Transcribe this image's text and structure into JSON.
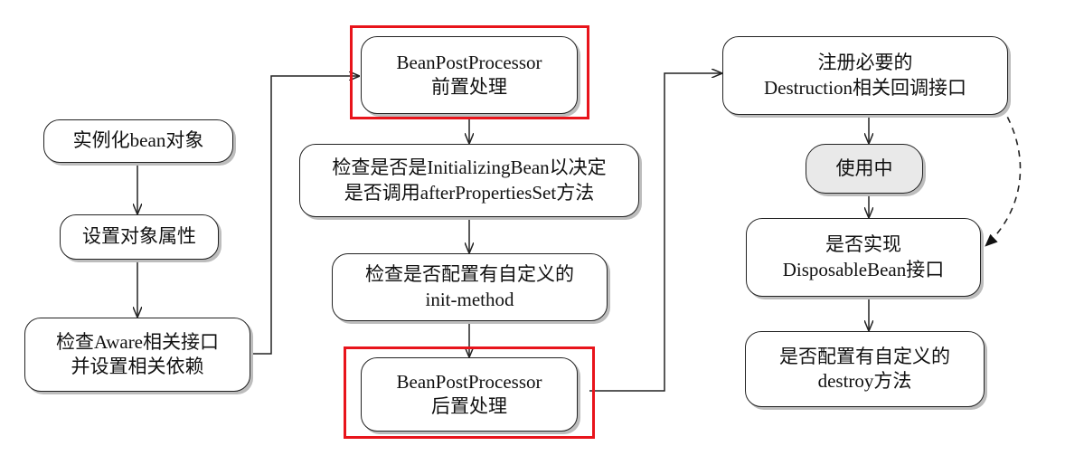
{
  "nodes": {
    "instantiate": {
      "lines": [
        "实例化bean对象"
      ]
    },
    "set_props": {
      "lines": [
        "设置对象属性"
      ]
    },
    "aware": {
      "lines": [
        "检查Aware相关接口",
        "并设置相关依赖"
      ]
    },
    "bpp_before": {
      "lines": [
        "BeanPostProcessor",
        "前置处理"
      ]
    },
    "initializing": {
      "lines": [
        "检查是否是InitializingBean以决定",
        "是否调用afterPropertiesSet方法"
      ]
    },
    "init_method": {
      "lines": [
        "检查是否配置有自定义的",
        "init-method"
      ]
    },
    "bpp_after": {
      "lines": [
        "BeanPostProcessor",
        "后置处理"
      ]
    },
    "destruction": {
      "lines": [
        "注册必要的",
        "Destruction相关回调接口"
      ]
    },
    "in_use": {
      "lines": [
        "使用中"
      ]
    },
    "disposable": {
      "lines": [
        "是否实现",
        "DisposableBean接口"
      ]
    },
    "destroy_method": {
      "lines": [
        "是否配置有自定义的",
        "destroy方法"
      ]
    }
  },
  "colors": {
    "highlight": "#e8141b",
    "line": "#222222",
    "in_use_fill": "#e9e9e9"
  }
}
